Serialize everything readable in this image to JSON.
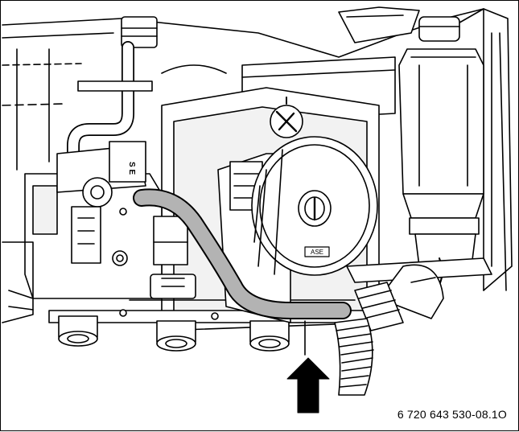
{
  "figure": {
    "reference_code": "6 720 643 530-08.1O",
    "pump_badge_text": "ASE",
    "valve_mark_text": "S E",
    "colors": {
      "line": "#000000",
      "hose_fill": "#b3b3b3",
      "shading": "#dcdcdc",
      "background": "#ffffff",
      "arrow": "#000000"
    }
  }
}
